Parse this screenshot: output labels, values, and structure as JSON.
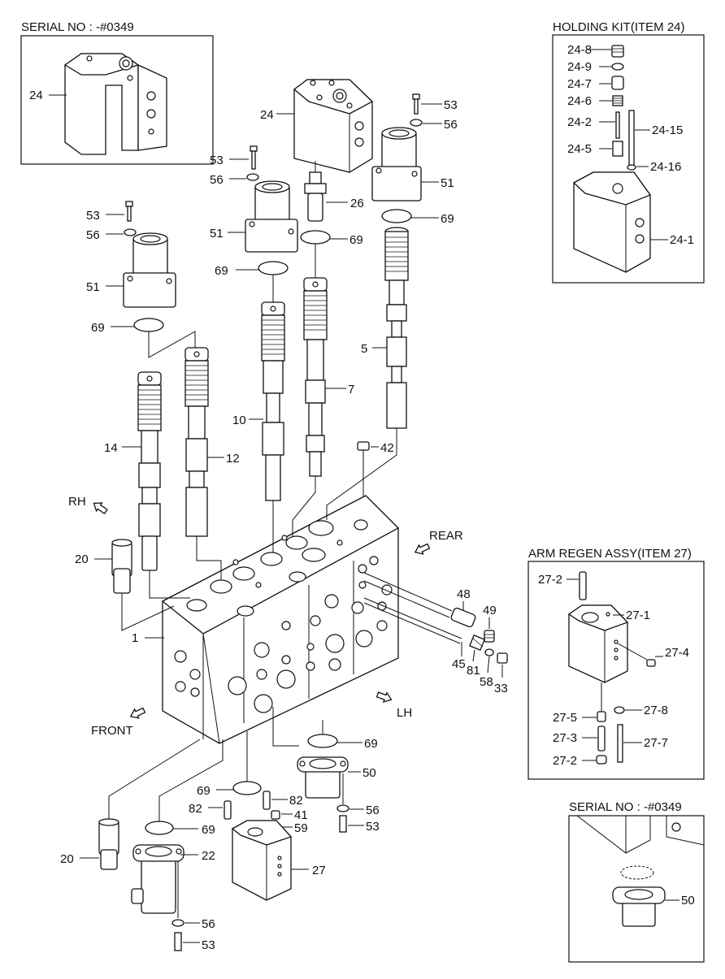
{
  "headers": {
    "serial_top": "SERIAL NO : -#0349",
    "holding_kit": "HOLDING KIT(ITEM 24)",
    "arm_regen": "ARM REGEN ASSY(ITEM 27)",
    "serial_bottom": "SERIAL NO : -#0349"
  },
  "directions": {
    "rh": "RH",
    "rear": "REAR",
    "front": "FRONT",
    "lh": "LH"
  },
  "callouts": {
    "c24_box": "24",
    "c24_main": "24",
    "c53_a": "53",
    "c56_a": "56",
    "c51_a": "51",
    "c53_b": "53",
    "c56_b": "56",
    "c51_b": "51",
    "c26": "26",
    "c69_a": "69",
    "c69_b": "69",
    "c53_c": "53",
    "c56_c": "56",
    "c51_c": "51",
    "c69_c": "69",
    "c69_d": "69",
    "c5": "5",
    "c7": "7",
    "c10": "10",
    "c14": "14",
    "c12": "12",
    "c42": "42",
    "c20_a": "20",
    "c1": "1",
    "c48": "48",
    "c49": "49",
    "c45": "45",
    "c81": "81",
    "c58": "58",
    "c33": "33",
    "c69_e": "69",
    "c50": "50",
    "c69_f": "69",
    "c82_a": "82",
    "c82_b": "82",
    "c41": "41",
    "c56_d": "56",
    "c59": "59",
    "c53_d": "53",
    "c69_g": "69",
    "c20_b": "20",
    "c22": "22",
    "c27": "27",
    "c56_e": "56",
    "c53_e": "53",
    "k24_8": "24-8",
    "k24_9": "24-9",
    "k24_7": "24-7",
    "k24_6": "24-6",
    "k24_2": "24-2",
    "k24_15": "24-15",
    "k24_5": "24-5",
    "k24_16": "24-16",
    "k24_1": "24-1",
    "r27_2a": "27-2",
    "r27_1": "27-1",
    "r27_4": "27-4",
    "r27_5": "27-5",
    "r27_8": "27-8",
    "r27_3": "27-3",
    "r27_7": "27-7",
    "r27_2b": "27-2",
    "s50": "50"
  }
}
